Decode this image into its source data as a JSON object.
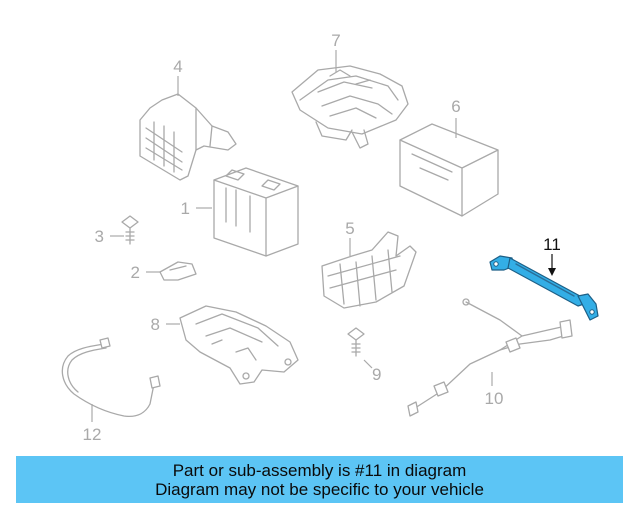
{
  "callouts": {
    "p1": "1",
    "p2": "2",
    "p3": "3",
    "p4": "4",
    "p5": "5",
    "p6": "6",
    "p7": "7",
    "p8": "8",
    "p9": "9",
    "p10": "10",
    "p11": "11",
    "p12": "12"
  },
  "highlighted_part": "11",
  "colors": {
    "highlight": "#33aee6",
    "banner": "#5cc5f5",
    "line_art": "#a9a9a9"
  },
  "banner": {
    "line1": "Part or sub-assembly is #11 in diagram",
    "line2": "Diagram may not be specific to your vehicle"
  }
}
